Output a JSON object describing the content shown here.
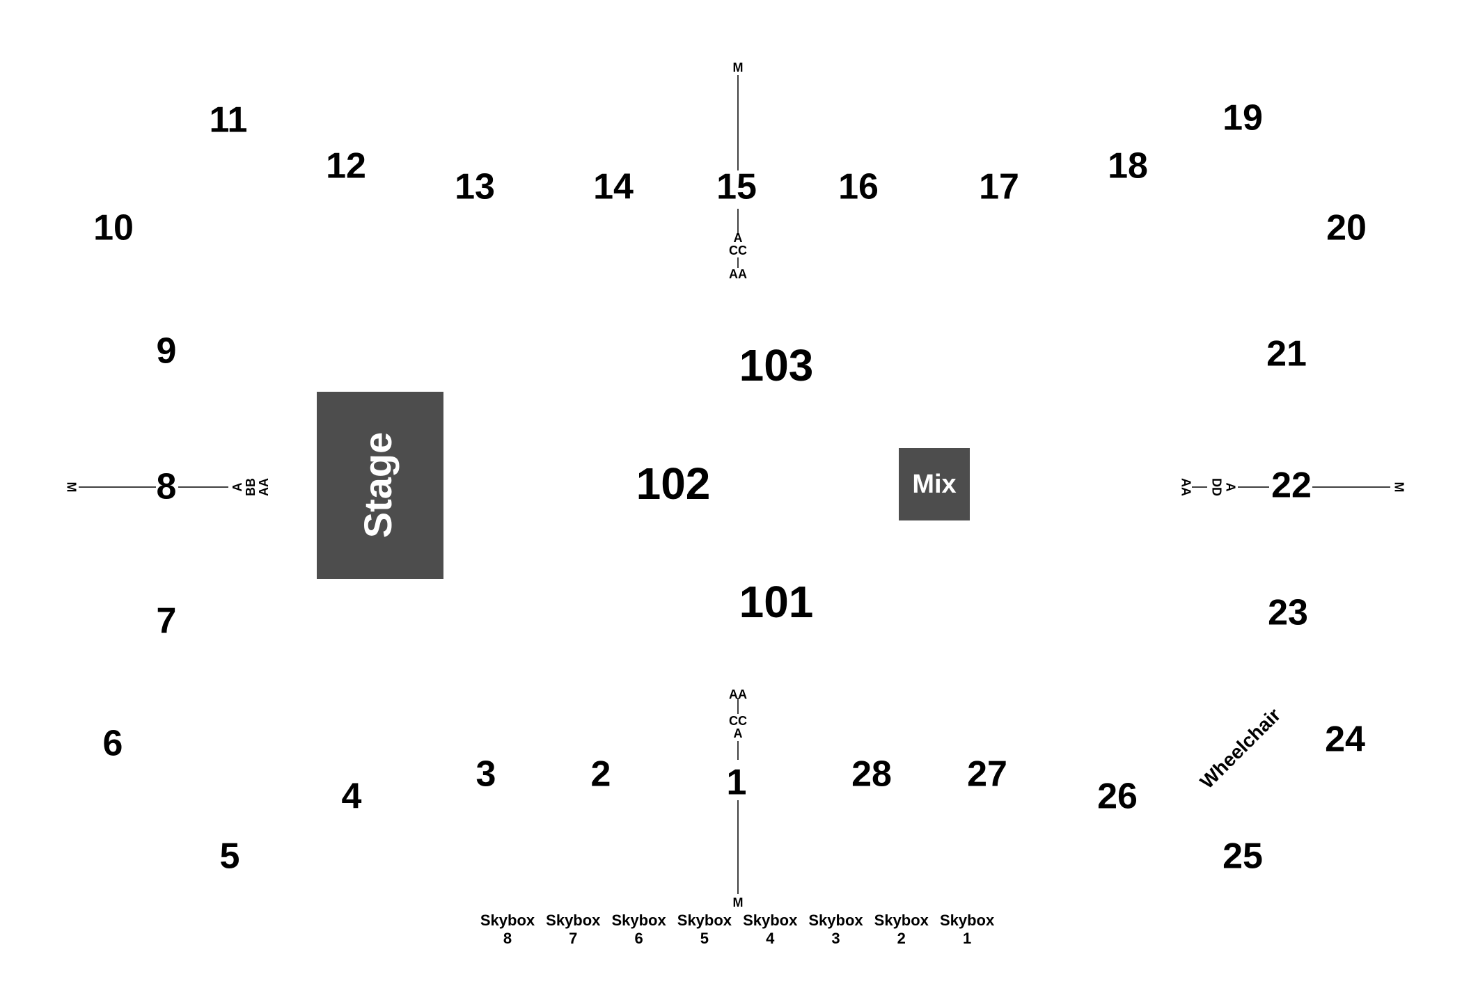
{
  "sections": {
    "s1": "1",
    "s2": "2",
    "s3": "3",
    "s4": "4",
    "s5": "5",
    "s6": "6",
    "s7": "7",
    "s8": "8",
    "s9": "9",
    "s10": "10",
    "s11": "11",
    "s12": "12",
    "s13": "13",
    "s14": "14",
    "s15": "15",
    "s16": "16",
    "s17": "17",
    "s18": "18",
    "s19": "19",
    "s20": "20",
    "s21": "21",
    "s22": "22",
    "s23": "23",
    "s24": "24",
    "s25": "25",
    "s26": "26",
    "s27": "27",
    "s28": "28"
  },
  "floor": {
    "f101": "101",
    "f102": "102",
    "f103": "103"
  },
  "stage": {
    "label": "Stage",
    "color": "#4d4d4d"
  },
  "mix": {
    "label": "Mix",
    "color": "#4d4d4d"
  },
  "accessible": {
    "label": "Wheelchair"
  },
  "rows": {
    "M": "M",
    "A": "A",
    "AA": "AA",
    "BB": "BB",
    "CC": "CC",
    "DD": "DD"
  },
  "skyboxes": {
    "word": "Skybox",
    "numbers": [
      "8",
      "7",
      "6",
      "5",
      "4",
      "3",
      "2",
      "1"
    ]
  }
}
